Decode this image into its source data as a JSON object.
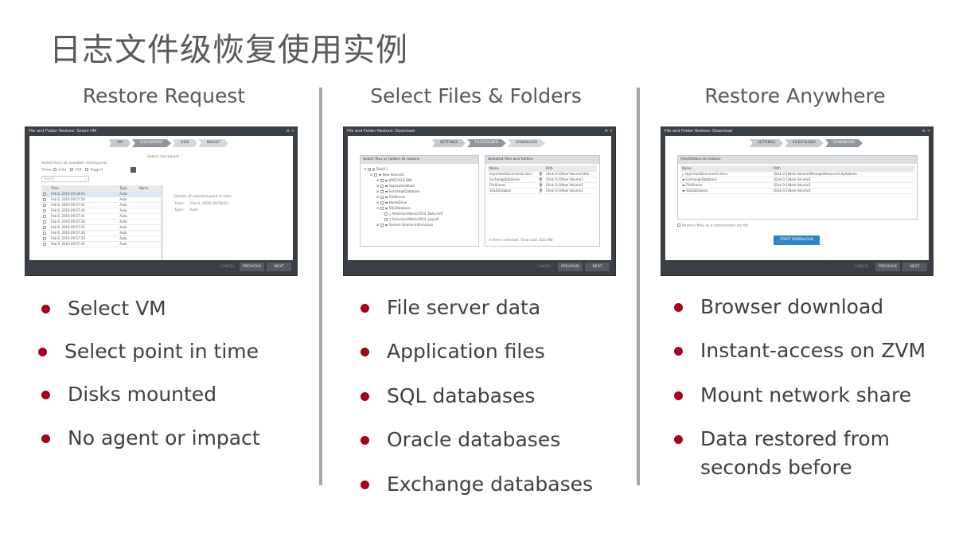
{
  "title": "日志文件级恢复使用实例",
  "columns": [
    {
      "heading": "Restore Request",
      "bullets": [
        "Select VM",
        "Select point in time",
        "Disks mounted",
        "No agent or impact"
      ],
      "window": {
        "title": "File and Folder Restore: Select VM",
        "steps": [
          "VM",
          "CHECKPOINT",
          "DISK",
          "MOUNT"
        ],
        "subtitle": "Select checkpoint",
        "filter_label": "Select from all available checkpoints",
        "show_label": "Show:",
        "filters": [
          "Auto",
          "VSS",
          "Tagged"
        ],
        "search_placeholder": "Search",
        "table_headers": [
          "Time",
          "Type",
          "Name"
        ],
        "rows": [
          [
            "Feb 6, 2016 09:58:03",
            "Auto"
          ],
          [
            "Feb 6, 2016 09:57:50",
            "Auto"
          ],
          [
            "Feb 6, 2016 09:57:51",
            "Auto"
          ],
          [
            "Feb 6, 2016 09:57:40",
            "Auto"
          ],
          [
            "Feb 6, 2016 09:57:41",
            "Auto"
          ],
          [
            "Feb 6, 2016 09:57:36",
            "Auto"
          ],
          [
            "Feb 6, 2016 09:57:31",
            "Auto"
          ],
          [
            "Feb 6, 2016 09:57:30",
            "Auto"
          ],
          [
            "Feb 6, 2016 09:57:24",
            "Auto"
          ],
          [
            "Feb 6, 2016 09:57:35",
            "Auto"
          ]
        ],
        "details_title": "Details of selected point in time",
        "details": [
          [
            "Time:",
            "Feb 6, 2016 09:58:03"
          ],
          [
            "Type:",
            "Auto"
          ]
        ],
        "buttons": [
          "CANCEL",
          "PREVIOUS",
          "NEXT"
        ]
      }
    },
    {
      "heading": "Select Files & Folders",
      "bullets": [
        "File server data",
        "Application files",
        "SQL databases",
        "Oracle databases",
        "Exchange databases"
      ],
      "window": {
        "title": "File and Folder Restore: Download",
        "steps": [
          "SETTINGS",
          "FILE/FOLDER",
          "DOWNLOAD"
        ],
        "left_panel": "Select files or folders to restore:",
        "tree": [
          "Disk0:1",
          "New Volume1",
          "$RECYCLE.BIN",
          "ApplicationData",
          "ExchangeDatabase",
          "FileShares",
          "HomeDrive",
          "SQLDatabase",
          "AdventureWorks2014_Data.mdf",
          "AdventureWorks2014_Log.ldf",
          "System Volume Information"
        ],
        "right_panel": "Selected files and folders",
        "sel_headers": [
          "Name",
          "Path"
        ],
        "sel_rows": [
          [
            "ImportantDocument1.docx",
            "(Disk 0:1)New Volume1\\Ma..."
          ],
          [
            "ExchangeDatabase",
            "(Disk 0:1)New Volume1"
          ],
          [
            "FileShares",
            "(Disk 0:1)New Volume1"
          ],
          [
            "SQLDatabase",
            "(Disk 0:1)New Volume1"
          ]
        ],
        "sel_summary": "4 items selected. Total size: 823 MB",
        "buttons": [
          "CANCEL",
          "PREVIOUS",
          "NEXT"
        ]
      }
    },
    {
      "heading": "Restore Anywhere",
      "bullets": [
        "Browser download",
        "Instant-access on ZVM",
        "Mount network share",
        "Data restored from seconds before"
      ],
      "window": {
        "title": "File and Folder Restore: Download",
        "steps": [
          "SETTINGS",
          "FILE/FOLDER",
          "DOWNLOAD"
        ],
        "panel": "Files/folders to restore:",
        "headers": [
          "Name",
          "Path"
        ],
        "rows": [
          [
            "ImportantDocument1.docx",
            "(Disk 0:1)New Volume\\ManagedHomes\\AndyRoberts"
          ],
          [
            "ExchangeDatabase",
            "(Disk 0:1)New Volume1"
          ],
          [
            "FileShares",
            "(Disk 0:1)New Volume1"
          ],
          [
            "SQLDatabase",
            "(Disk 0:1)New Volume1"
          ]
        ],
        "compress_label": "Restore files as a compressed zip file",
        "start_button": "START DOWNLOAD",
        "buttons": [
          "CANCEL",
          "PREVIOUS",
          "NEXT"
        ]
      }
    }
  ]
}
